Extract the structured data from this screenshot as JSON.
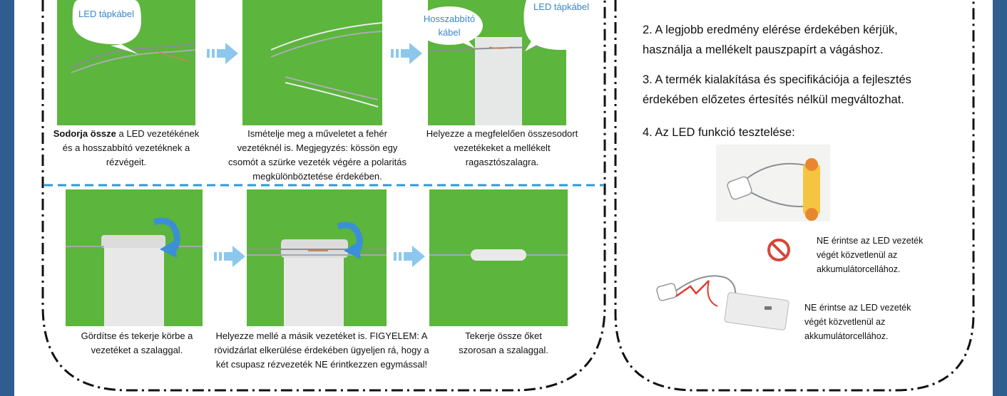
{
  "left_panel": {
    "step1": {
      "caption_bold": "Sodorja össze",
      "caption_rest": " a LED vezetékének és a hosszabbító vezetéknek a rézvégeit.",
      "bubble": "LED tápkábel"
    },
    "step2": {
      "caption": "Ismételje meg a műveletet a fehér vezetéknél is. Megjegyzés: kössön egy csomót a szürke vezeték végére a polaritás megkülönböztetése érdekében."
    },
    "step3": {
      "caption": "Helyezze a megfelelően összesodort vezetékeket a mellékelt ragasztószalagra.",
      "bubble_ext": "Hosszabbító kábel",
      "bubble_led": "LED tápkábel"
    },
    "step4": {
      "caption": "Gördítse és tekerje körbe a vezetéket a szalaggal."
    },
    "step5": {
      "caption": "Helyezze mellé a másik vezetéket is. FIGYELEM: A rövidzárlat elkerülése érdekében ügyeljen rá, hogy a két csupasz rézvezeték NE érintkezzen egymással!"
    },
    "step6": {
      "caption": "Tekerje össze őket szorosan a szalaggal."
    }
  },
  "right_panel": {
    "item2": "2. A legjobb eredmény elérése érdekében kérjük, használja a mellékelt pauszpapírt a vágáshoz.",
    "item3": "3. A termék kialakítása és specifikációja a fejlesztés érdekében előzetes értesítés nélkül megváltozhat.",
    "item4": "4. Az LED funkció tesztelése:",
    "note1": "NE érintse az LED vezeték végét közvetlenül az akkumulátorcellához.",
    "note2": "NE érintse az LED vezeték végét közvetlenül az akkumulátorcellához."
  },
  "colors": {
    "frame_blue": "#2f5d8e",
    "photo_green": "#5cb53c",
    "arrow_blue": "#8cc8ee",
    "divider_blue": "#2b9ad6",
    "bubble_text": "#3a86c9",
    "prohibit_red": "#d6473a"
  },
  "icons": [
    "right-arrow-icon",
    "rotate-arrow-icon",
    "prohibited-icon"
  ]
}
